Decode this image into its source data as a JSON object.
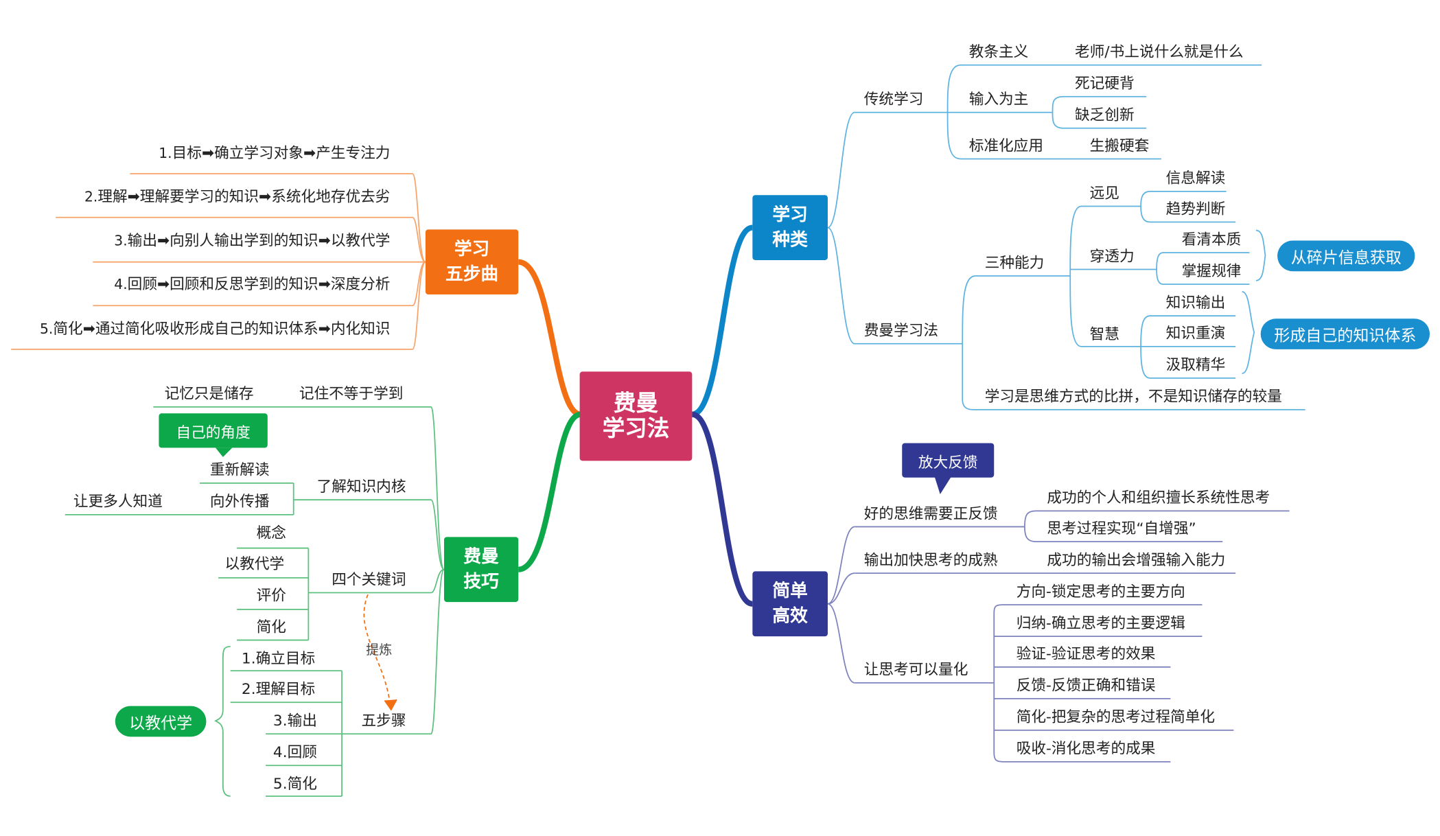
{
  "center": {
    "line1": "费曼",
    "line2": "学习法"
  },
  "five_steps": {
    "title_line1": "学习",
    "title_line2": "五步曲",
    "items": [
      {
        "num": "1.",
        "text": "目标➡确立学习对象➡产生专注力"
      },
      {
        "num": "2.",
        "text": "理解➡理解要学习的知识➡系统化地存优去劣"
      },
      {
        "num": "3.",
        "text": "输出➡向别人输出学到的知识➡以教代学"
      },
      {
        "num": "4.",
        "text": "回顾➡回顾和反思学到的知识➡深度分析"
      },
      {
        "num": "5.",
        "text": "简化➡通过简化吸收形成自己的知识体系➡内化知识"
      }
    ]
  },
  "skills": {
    "title_line1": "费曼",
    "title_line2": "技巧",
    "memory_store": "记忆只是储存",
    "memory_not_learn": "记住不等于学到",
    "own_angle": "自己的角度",
    "reinterpret": "重新解读",
    "spread": "向外传播",
    "let_more_know": "让更多人知道",
    "understand_core": "了解知识内核",
    "keywords": [
      "概念",
      "以教代学",
      "评价",
      "简化"
    ],
    "four_keywords": "四个关键词",
    "refine": "提炼",
    "five_steps_label": "五步骤",
    "steps": [
      "1.确立目标",
      "2.理解目标",
      "3.输出",
      "4.回顾",
      "5.简化"
    ],
    "teach_to_learn": "以教代学"
  },
  "types": {
    "title_line1": "学习",
    "title_line2": "种类",
    "traditional": "传统学习",
    "dogma": "教条主义",
    "dogma_detail": "老师/书上说什么就是什么",
    "input_main": "输入为主",
    "rote": "死记硬背",
    "lack_innovation": "缺乏创新",
    "standard_app": "标准化应用",
    "copy": "生搬硬套",
    "feynman": "费曼学习法",
    "three_abilities": "三种能力",
    "foresight": "远见",
    "foresight_items": [
      "信息解读",
      "趋势判断"
    ],
    "penetration": "穿透力",
    "penetration_items": [
      "看清本质",
      "掌握规律"
    ],
    "from_fragments": "从碎片信息获取",
    "wisdom": "智慧",
    "wisdom_items": [
      "知识输出",
      "知识重演",
      "汲取精华"
    ],
    "own_system": "形成自己的知识体系",
    "summary": "学习是思维方式的比拼，不是知识储存的较量"
  },
  "simple": {
    "title_line1": "简单",
    "title_line2": "高效",
    "amplify": "放大反馈",
    "good_thinking": "好的思维需要正反馈",
    "good_items": [
      "成功的个人和组织擅长系统性思考",
      "思考过程实现“自增强”"
    ],
    "output_speed": "输出加快思考的成熟",
    "output_item": "成功的输出会增强输入能力",
    "quantify": "让思考可以量化",
    "quantify_items": [
      "方向-锁定思考的主要方向",
      "归纳-确立思考的主要逻辑",
      "验证-验证思考的效果",
      "反馈-反馈正确和错误",
      "简化-把复杂的思考过程简单化",
      "吸收-消化思考的成果"
    ]
  },
  "colors": {
    "center": "#cf3562",
    "orange": "#f36f13",
    "green": "#0ca84a",
    "blue": "#0d86c9",
    "navy": "#303893",
    "blue_line": "#1a8fd0"
  }
}
